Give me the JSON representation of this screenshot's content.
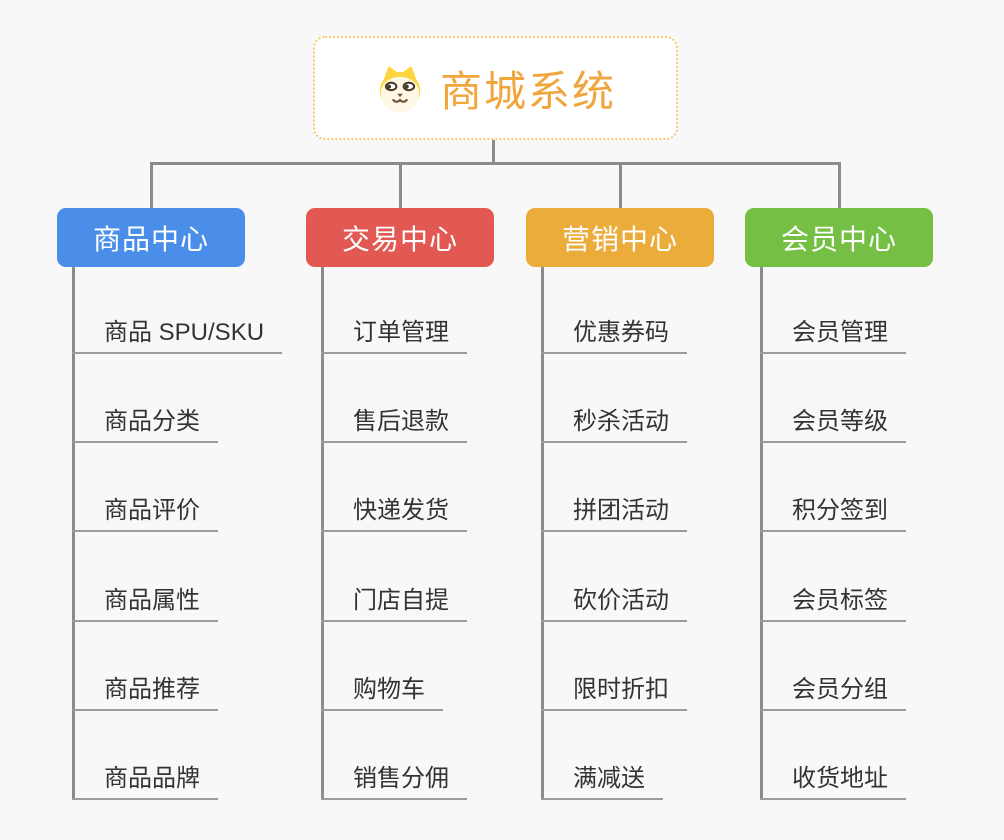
{
  "root": {
    "title": "商城系统",
    "icon": "shiba-dog-icon",
    "accent_color": "#F0A63C",
    "border_color": "#F6C76F"
  },
  "connector_color": "#8C8C8C",
  "branches": [
    {
      "label": "商品中心",
      "color": "#4A8EEA",
      "items": [
        "商品 SPU/SKU",
        "商品分类",
        "商品评价",
        "商品属性",
        "商品推荐",
        "商品品牌"
      ]
    },
    {
      "label": "交易中心",
      "color": "#E25852",
      "items": [
        "订单管理",
        "售后退款",
        "快递发货",
        "门店自提",
        "购物车",
        "销售分佣"
      ]
    },
    {
      "label": "营销中心",
      "color": "#ECAC3C",
      "items": [
        "优惠券码",
        "秒杀活动",
        "拼团活动",
        "砍价活动",
        "限时折扣",
        "满减送"
      ]
    },
    {
      "label": "会员中心",
      "color": "#74BF44",
      "items": [
        "会员管理",
        "会员等级",
        "积分签到",
        "会员标签",
        "会员分组",
        "收货地址"
      ]
    }
  ]
}
